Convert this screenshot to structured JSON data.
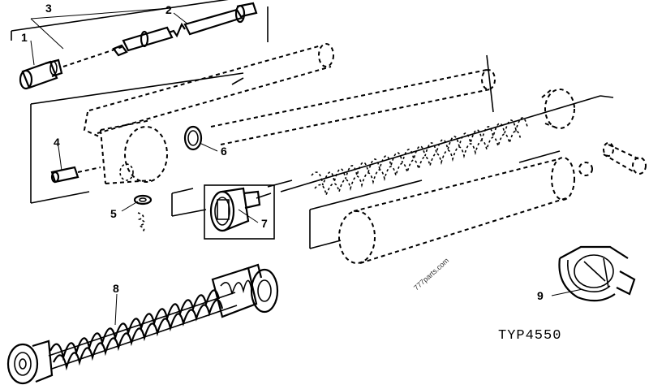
{
  "callouts": {
    "c1": "1",
    "c2": "2",
    "c3": "3",
    "c4": "4",
    "c5": "5",
    "c6": "6",
    "c7": "7",
    "c8": "8",
    "c9": "9"
  },
  "figure_code": "TYP4550",
  "watermark": "777parts.com"
}
